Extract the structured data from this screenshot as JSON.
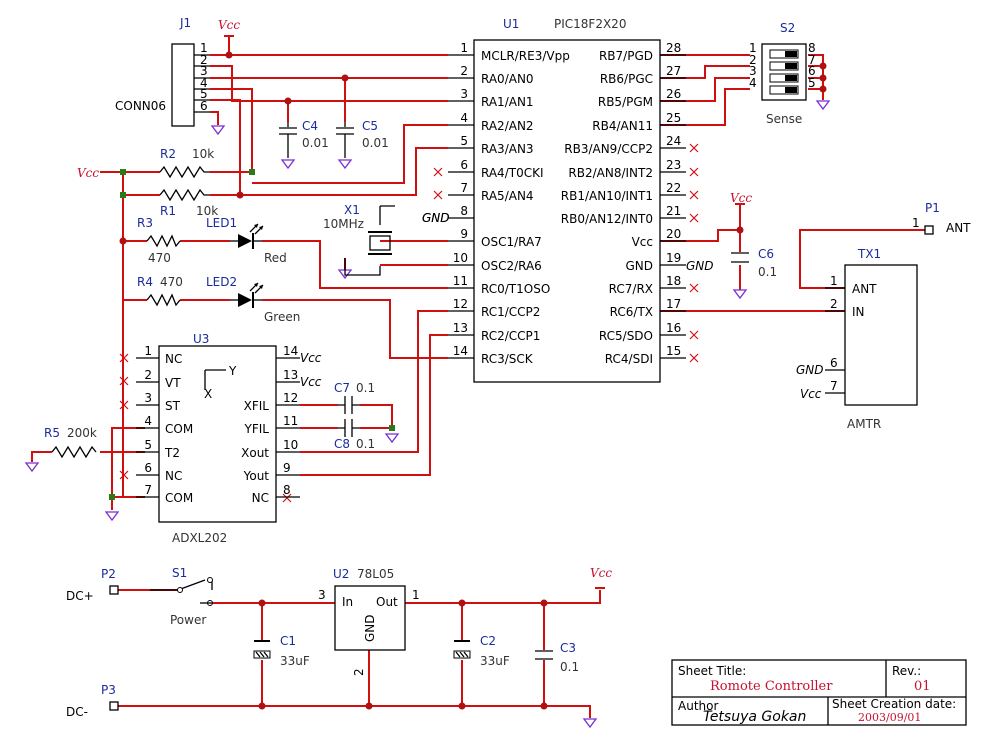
{
  "j1": {
    "ref": "J1",
    "name": "CONN06",
    "pins": [
      "1",
      "2",
      "3",
      "4",
      "5",
      "6"
    ]
  },
  "vcc": "Vcc",
  "gnd": "GND",
  "u1": {
    "ref": "U1",
    "part": "PIC18F2X20",
    "left": [
      {
        "num": "1",
        "name": "MCLR/RE3/Vpp"
      },
      {
        "num": "2",
        "name": "RA0/AN0"
      },
      {
        "num": "3",
        "name": "RA1/AN1"
      },
      {
        "num": "4",
        "name": "RA2/AN2"
      },
      {
        "num": "5",
        "name": "RA3/AN3"
      },
      {
        "num": "6",
        "name": "RA4/T0CKI"
      },
      {
        "num": "7",
        "name": "RA5/AN4"
      },
      {
        "num": "8",
        "name": "GND"
      },
      {
        "num": "9",
        "name": "OSC1/RA7"
      },
      {
        "num": "10",
        "name": "OSC2/RA6"
      },
      {
        "num": "11",
        "name": "RC0/T1OSO"
      },
      {
        "num": "12",
        "name": "RC1/CCP2"
      },
      {
        "num": "13",
        "name": "RC2/CCP1"
      },
      {
        "num": "14",
        "name": "RC3/SCK"
      }
    ],
    "right": [
      {
        "num": "28",
        "name": "RB7/PGD"
      },
      {
        "num": "27",
        "name": "RB6/PGC"
      },
      {
        "num": "26",
        "name": "RB5/PGM"
      },
      {
        "num": "25",
        "name": "RB4/AN11"
      },
      {
        "num": "24",
        "name": "RB3/AN9/CCP2"
      },
      {
        "num": "23",
        "name": "RB2/AN8/INT2"
      },
      {
        "num": "22",
        "name": "RB1/AN10/INT1"
      },
      {
        "num": "21",
        "name": "RB0/AN12/INT0"
      },
      {
        "num": "20",
        "name": "Vcc"
      },
      {
        "num": "19",
        "name": "GND"
      },
      {
        "num": "18",
        "name": "RC7/RX"
      },
      {
        "num": "17",
        "name": "RC6/TX"
      },
      {
        "num": "16",
        "name": "RC5/SDO"
      },
      {
        "num": "15",
        "name": "RC4/SDI"
      }
    ]
  },
  "u3": {
    "ref": "U3",
    "part": "ADXL202",
    "axis_y": "Y",
    "axis_x": "X",
    "left": [
      {
        "num": "1",
        "name": "NC"
      },
      {
        "num": "2",
        "name": "VT"
      },
      {
        "num": "3",
        "name": "ST"
      },
      {
        "num": "4",
        "name": "COM"
      },
      {
        "num": "5",
        "name": "T2"
      },
      {
        "num": "6",
        "name": "NC"
      },
      {
        "num": "7",
        "name": "COM"
      }
    ],
    "right": [
      {
        "num": "14",
        "name": "Vcc"
      },
      {
        "num": "13",
        "name": "Vcc"
      },
      {
        "num": "12",
        "name": "XFIL"
      },
      {
        "num": "11",
        "name": "YFIL"
      },
      {
        "num": "10",
        "name": "Xout"
      },
      {
        "num": "9",
        "name": "Yout"
      },
      {
        "num": "8",
        "name": "NC"
      }
    ]
  },
  "s2": {
    "ref": "S2",
    "name": "Sense",
    "pins_left": [
      "1",
      "2",
      "3",
      "4"
    ],
    "pins_right": [
      "8",
      "7",
      "6",
      "5"
    ]
  },
  "tx1": {
    "ref": "TX1",
    "name": "AMTR",
    "pins": [
      {
        "num": "1",
        "name": "ANT"
      },
      {
        "num": "2",
        "name": "IN"
      },
      {
        "num": "6",
        "name": "GND"
      },
      {
        "num": "7",
        "name": "Vcc"
      }
    ]
  },
  "p1": {
    "ref": "P1",
    "pin": "1",
    "label": "ANT"
  },
  "p2": {
    "ref": "P2",
    "label": "DC+"
  },
  "p3": {
    "ref": "P3",
    "label": "DC-"
  },
  "s1": {
    "ref": "S1",
    "name": "Power"
  },
  "u2": {
    "ref": "U2",
    "part": "78L05",
    "in": "In",
    "out": "Out",
    "gnd": "GND",
    "pin_in": "3",
    "pin_out": "1",
    "pin_gnd": "2"
  },
  "components": {
    "r1": {
      "ref": "R1",
      "value": "10k"
    },
    "r2": {
      "ref": "R2",
      "value": "10k"
    },
    "r3": {
      "ref": "R3",
      "value": "470"
    },
    "r4": {
      "ref": "R4",
      "value": "470"
    },
    "r5": {
      "ref": "R5",
      "value": "200k"
    },
    "led1": {
      "ref": "LED1",
      "color": "Red"
    },
    "led2": {
      "ref": "LED2",
      "color": "Green"
    },
    "x1": {
      "ref": "X1",
      "value": "10MHz"
    },
    "c1": {
      "ref": "C1",
      "value": "33uF"
    },
    "c2": {
      "ref": "C2",
      "value": "33uF"
    },
    "c3": {
      "ref": "C3",
      "value": "0.1"
    },
    "c4": {
      "ref": "C4",
      "value": "0.01"
    },
    "c5": {
      "ref": "C5",
      "value": "0.01"
    },
    "c6": {
      "ref": "C6",
      "value": "0.1"
    },
    "c7": {
      "ref": "C7",
      "value": "0.1"
    },
    "c8": {
      "ref": "C8",
      "value": "0.1"
    }
  },
  "title_block": {
    "sheet_title_label": "Sheet Title:",
    "sheet_title": "Romote Controller",
    "rev_label": "Rev.:",
    "rev": "01",
    "author_label": "Author",
    "author": "Tetsuya Gokan",
    "date_label": "Sheet Creation date:",
    "date": "2003/09/01"
  }
}
